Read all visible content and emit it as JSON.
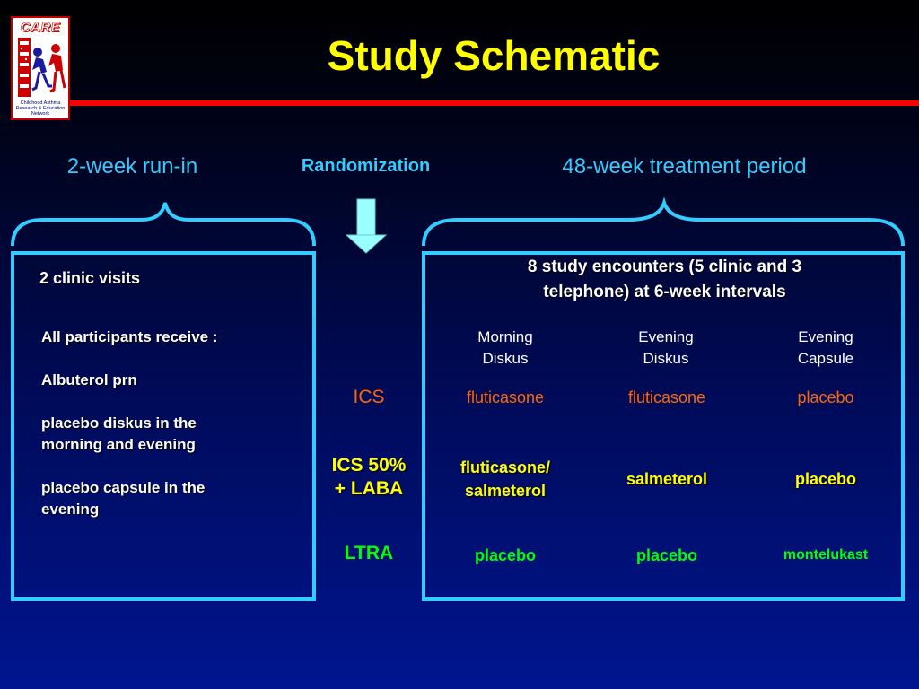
{
  "logo": {
    "word": "CARE",
    "caption": [
      "Childhood Asthma",
      "Research & Education",
      "Network"
    ]
  },
  "title": "Study Schematic",
  "phases": {
    "run_in": "2-week run-in",
    "randomization": "Randomization",
    "treatment": "48-week treatment period"
  },
  "run_in_box": {
    "visits": "2 clinic visits",
    "lines": [
      "All participants receive :",
      "",
      "Albuterol prn",
      "",
      "placebo diskus in the",
      "morning and evening",
      "",
      "placebo capsule in the",
      "evening"
    ]
  },
  "treatment_box": {
    "encounters_line1": "8 study encounters  (5 clinic and 3",
    "encounters_line2": "telephone) at 6-week intervals",
    "columns": [
      [
        "Morning",
        "Diskus"
      ],
      [
        "Evening",
        "Diskus"
      ],
      [
        "Evening",
        "Capsule"
      ]
    ]
  },
  "arms": [
    {
      "label": [
        "ICS"
      ],
      "cells": [
        [
          "fluticasone"
        ],
        [
          "fluticasone"
        ],
        [
          "placebo"
        ]
      ]
    },
    {
      "label": [
        "ICS 50%",
        "+ LABA"
      ],
      "cells": [
        [
          "fluticasone/",
          "salmeterol"
        ],
        [
          "salmeterol"
        ],
        [
          "placebo"
        ]
      ]
    },
    {
      "label": [
        "LTRA"
      ],
      "cells": [
        [
          "placebo"
        ],
        [
          "placebo"
        ],
        [
          "montelukast"
        ]
      ]
    }
  ],
  "colors": {
    "title": "#ffff00",
    "accent_rule": "#ff0000",
    "frame": "#33ccff",
    "arrow": "#99ffff",
    "ics": "#ff6600",
    "ics_laba": "#ffff00",
    "ltra": "#00ff00"
  }
}
